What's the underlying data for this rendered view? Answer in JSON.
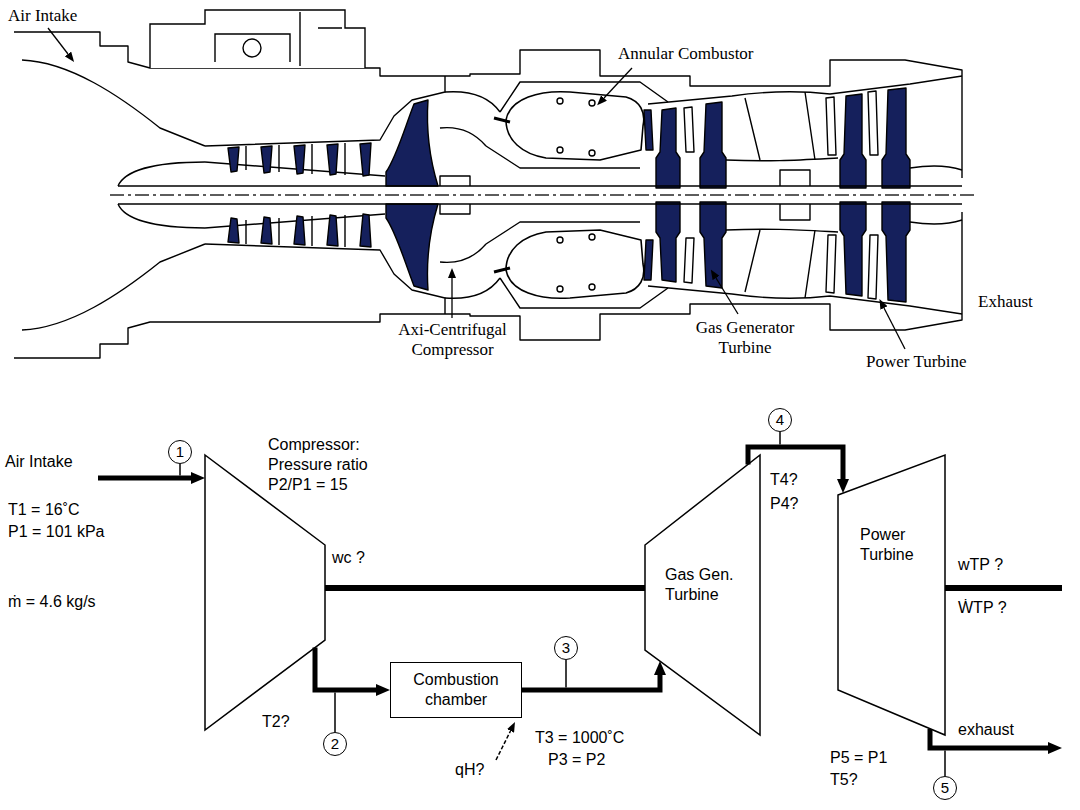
{
  "diagram": {
    "nodes": [
      {
        "text": [
          "1"
        ]
      },
      {
        "text": [
          "Compressor: Pressure ratio P2/P1 = 15"
        ]
      },
      {
        "text": [
          "2"
        ]
      },
      {
        "text": [
          "Combustion chamber"
        ]
      },
      {
        "text": [
          "3"
        ]
      },
      {
        "text": [
          "Gas Gen. Turbine"
        ]
      },
      {
        "text": [
          "4"
        ]
      },
      {
        "text": [
          "Power Turbine"
        ]
      },
      {
        "text": [
          "5"
        ]
      }
    ],
    "edges": [
      {
        "from": 1,
        "to": 3,
        "arrow": "to"
      },
      {
        "from": 3,
        "to": 5,
        "arrow": "to"
      },
      {
        "from": 5,
        "to": 7,
        "arrow": "to"
      },
      {
        "from": 1,
        "to": 5,
        "arrow": "none"
      }
    ],
    "labels": [
      "Air Intake",
      "Annular Combustor",
      "Axi-Centrifugal Compressor",
      "Gas Generator Turbine",
      "Exhaust",
      "Power Turbine",
      "Air Intake",
      "T1 = 16˚C",
      "P1 = 101 kPa",
      "ṁ = 4.6 kg/s",
      "wc ?",
      "T2?",
      "T3 = 1000˚C",
      "P3 = P2",
      "qH?",
      "T4?",
      "P4?",
      "wTP ?",
      "ẆTP ?",
      "exhaust",
      "P5 = P1",
      "T5?"
    ]
  }
}
